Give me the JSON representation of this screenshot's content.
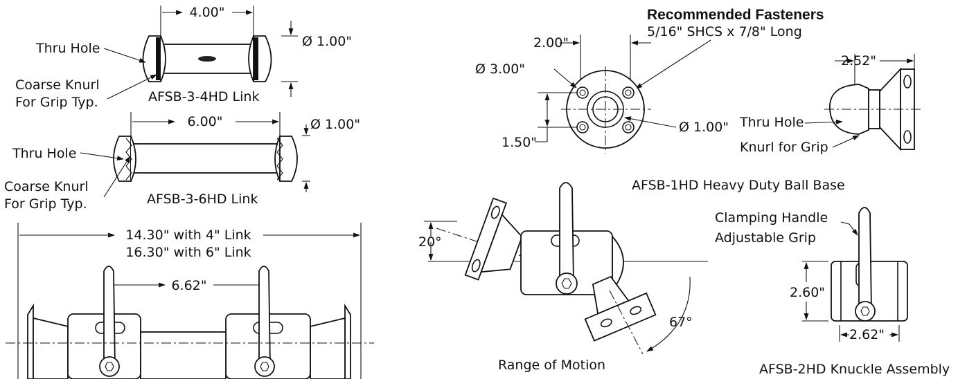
{
  "link_4hd": {
    "length_dim": "4.00\"",
    "diameter_dim": "Ø 1.00\"",
    "thru_hole": "Thru Hole",
    "knurl_line1": "Coarse Knurl",
    "knurl_line2": "For Grip Typ.",
    "caption": "AFSB-3-4HD Link"
  },
  "link_6hd": {
    "length_dim": "6.00\"",
    "diameter_dim": "Ø 1.00\"",
    "thru_hole": "Thru Hole",
    "knurl_line1": "Coarse Knurl",
    "knurl_line2": "For Grip Typ.",
    "caption": "AFSB-3-6HD Link"
  },
  "assembly": {
    "overall_4": "14.30\"  with 4\" Link",
    "overall_6": "16.30\"  with 6\" Link",
    "handle_spacing": "6.62\""
  },
  "ball_base": {
    "fasteners_title": "Recommended Fasteners",
    "fasteners_spec": "5/16\" SHCS x 7/8\" Long",
    "bolt_spacing_x": "2.00\"",
    "flange_diameter": "Ø 3.00\"",
    "bolt_spacing_y": "1.50\"",
    "bore_diameter": "Ø 1.00\"",
    "side_length": "2.52\"",
    "thru_hole": "Thru Hole",
    "knurl": "Knurl for Grip",
    "caption": "AFSB-1HD Heavy Duty Ball Base"
  },
  "motion": {
    "angle_top": "20°",
    "angle_bottom": "67°",
    "caption": "Range of Motion"
  },
  "knuckle": {
    "handle_line1": "Clamping Handle",
    "handle_line2": "Adjustable Grip",
    "height": "2.60\"",
    "width": "2.62\"",
    "caption": "AFSB-2HD Knuckle Assembly"
  }
}
